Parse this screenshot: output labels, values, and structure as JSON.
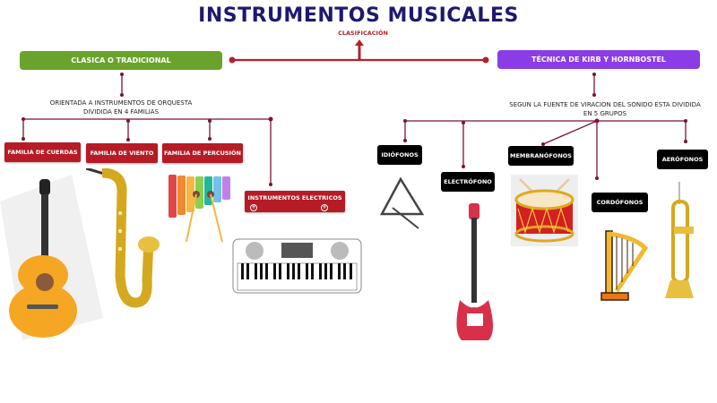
{
  "title": "INSTRUMENTOS MUSICALES",
  "subtitle": "CLASIFICACIÓN",
  "colors": {
    "title": "#1f1870",
    "connector_main": "#b5202b",
    "connector_branch": "#7a1530",
    "classic_box": "#6aa32b",
    "hornbostel_box": "#8a3de6",
    "family_box": "#b51c25",
    "group_box": "#000000"
  },
  "left_branch": {
    "label": "CLASICA O TRADICIONAL",
    "description_line1": "ORIENTADA A INSTRUMENTOS  DE ORQUESTA",
    "description_line2": "DIVIDIDA EN 4 FAMILIAS",
    "families": [
      {
        "label": "FAMILIA DE CUERDAS",
        "image": "acoustic-guitar"
      },
      {
        "label": "FAMILIA DE VIENTO",
        "image": "saxophone"
      },
      {
        "label": "FAMILIA DE PERCUSIÓN",
        "image": "xylophone"
      },
      {
        "label": "INSTRUMENTOS ELECTRICOS",
        "image": "electronic-keyboard"
      }
    ]
  },
  "right_branch": {
    "label": "TÉCNICA DE KIRB Y HORNBOSTEL",
    "description_line1": "SEGUN LA FUENTE DE VIRACION DEL SONIDO ESTA DIVIDIDA",
    "description_line2": "EN 5 GRUPOS",
    "groups": [
      {
        "label": "IDIÓFONOS",
        "image": "triangle"
      },
      {
        "label": "ELECTRÓFONO",
        "image": "electric-guitar"
      },
      {
        "label": "MEMBRANÓFONOS",
        "image": "drum"
      },
      {
        "label": "CORDÓFONOS",
        "image": "harp"
      },
      {
        "label": "AERÓFONOS",
        "image": "trumpet"
      }
    ]
  }
}
